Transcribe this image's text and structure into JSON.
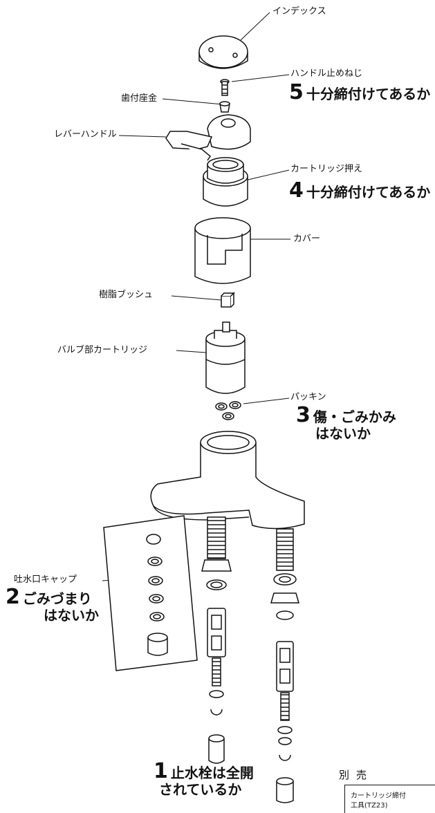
{
  "parts": {
    "index": "インデックス",
    "handle_screw": "ハンドル止めねじ",
    "toothed_washer": "歯付座金",
    "lever_handle": "レバーハンドル",
    "cartridge_retainer": "カートリッジ押え",
    "cover": "カバー",
    "resin_bush": "樹脂ブッシュ",
    "valve_cartridge": "バルブ部カートリッジ",
    "packing": "パッキン",
    "spout_cap": "吐水口キャップ"
  },
  "checks": [
    {
      "num": "5",
      "line1": "十分締付けてあるか",
      "line2": ""
    },
    {
      "num": "4",
      "line1": "十分締付けてあるか",
      "line2": ""
    },
    {
      "num": "3",
      "line1": "傷・ごみかみ",
      "line2": "はないか"
    },
    {
      "num": "2",
      "line1": "ごみづまり",
      "line2": "はないか"
    },
    {
      "num": "1",
      "line1": "止水栓は全開",
      "line2": "されているか"
    }
  ],
  "sold_separately": {
    "title": "別売",
    "item_line1": "カートリッジ締付",
    "item_line2": "工具(TZ23)"
  }
}
